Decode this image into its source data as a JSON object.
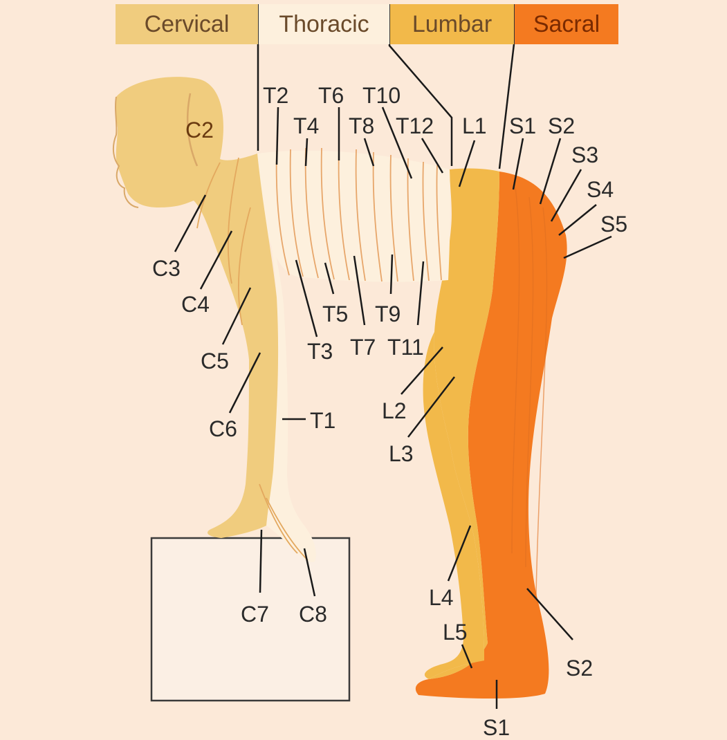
{
  "header": {
    "regions": [
      {
        "label": "Cervical",
        "color": "#f0cc7e"
      },
      {
        "label": "Thoracic",
        "color": "#fdf0dd"
      },
      {
        "label": "Lumbar",
        "color": "#f2b94a"
      },
      {
        "label": "Sacral",
        "color": "#f47a20",
        "text_color": "#7a2a00"
      }
    ]
  },
  "colors": {
    "background": "#fce9d8",
    "cervical": "#f0cc7e",
    "thoracic": "#fdf0dd",
    "lumbar": "#f2b94a",
    "sacral": "#f47a20",
    "dermatome_line": "#e7a66a"
  },
  "labels": {
    "C2": "C2",
    "C3": "C3",
    "C4": "C4",
    "C5": "C5",
    "C6": "C6",
    "C7": "C7",
    "C8": "C8",
    "T1": "T1",
    "T2": "T2",
    "T3": "T3",
    "T4": "T4",
    "T5": "T5",
    "T6": "T6",
    "T7": "T7",
    "T8": "T8",
    "T9": "T9",
    "T10": "T10",
    "T11": "T11",
    "T12": "T12",
    "L1": "L1",
    "L2": "L2",
    "L3": "L3",
    "L4": "L4",
    "L5": "L5",
    "S1_top": "S1",
    "S2_top": "S2",
    "S3": "S3",
    "S4": "S4",
    "S5": "S5",
    "S2_leg": "S2",
    "S1_foot": "S1"
  }
}
